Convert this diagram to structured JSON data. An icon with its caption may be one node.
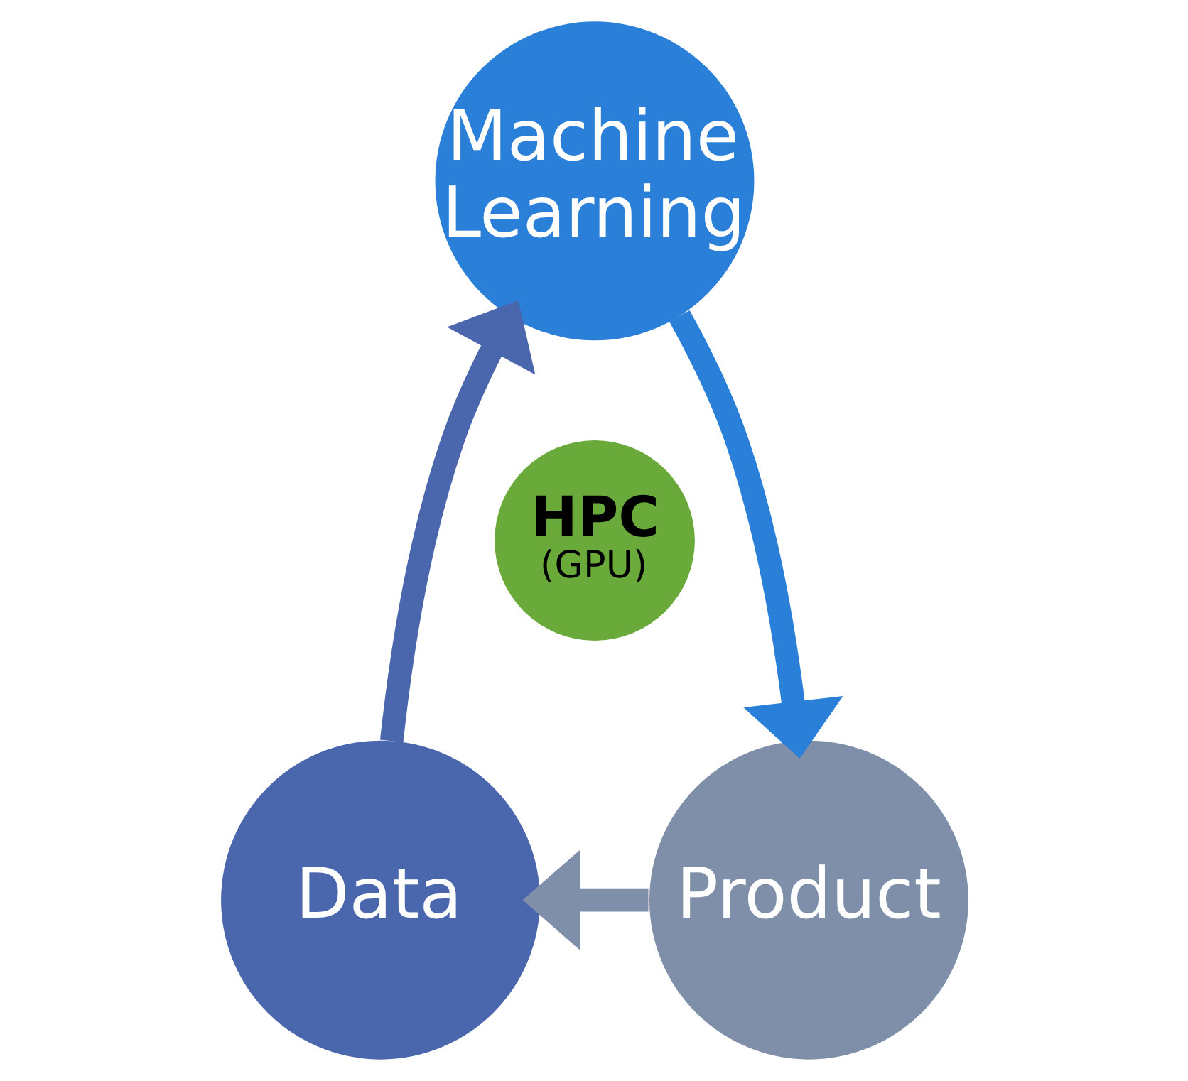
{
  "diagram": {
    "nodes": [
      {
        "text": [
          "Machine Learning"
        ]
      },
      {
        "text": [
          "HPC",
          "(GPU)"
        ]
      },
      {
        "text": [
          "Data"
        ]
      },
      {
        "text": [
          "Product"
        ]
      }
    ],
    "edges": [
      {
        "from": 0,
        "to": 3,
        "arrow": "to",
        "color": "#2a7fd8"
      },
      {
        "from": 3,
        "to": 2,
        "arrow": "to",
        "color": "#7f8fa9"
      },
      {
        "from": 2,
        "to": 0,
        "arrow": "to",
        "color": "#4a66ad"
      }
    ]
  }
}
